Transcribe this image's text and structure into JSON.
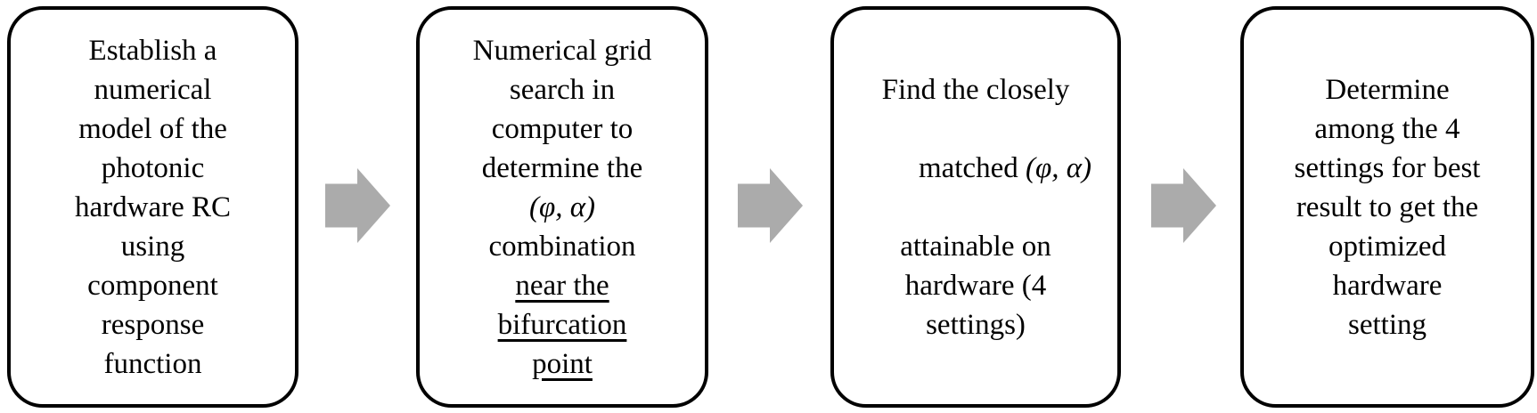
{
  "figure": {
    "background_color": "#ffffff",
    "box_border_color": "#000000",
    "box_fill_color": "#ffffff",
    "text_color": "#000000",
    "arrow_color": "#ABABAB",
    "arrow_icon": "right-block-arrow",
    "steps": [
      {
        "id": "step-1",
        "lines": [
          {
            "text": "Establish a"
          },
          {
            "text": "numerical"
          },
          {
            "text": "model of the"
          },
          {
            "text": "photonic"
          },
          {
            "text": "hardware RC"
          },
          {
            "text": "using"
          },
          {
            "text": "component"
          },
          {
            "text": "response"
          },
          {
            "text": "function"
          }
        ]
      },
      {
        "id": "step-2",
        "lines": [
          {
            "text": "Numerical grid"
          },
          {
            "text": "search in"
          },
          {
            "text": "computer to"
          },
          {
            "text": "determine the"
          },
          {
            "text": "(φ, α)",
            "style": "math-italic"
          },
          {
            "text": "combination"
          },
          {
            "text": "near the",
            "style": "underline"
          },
          {
            "text": "bifurcation",
            "style": "underline"
          },
          {
            "text": "point",
            "style": "underline"
          }
        ]
      },
      {
        "id": "step-3",
        "lines": [
          {
            "text": "Find the closely"
          },
          {
            "segments": [
              {
                "text": "matched "
              },
              {
                "text": "(φ, α)",
                "style": "math-italic"
              }
            ]
          },
          {
            "text": "attainable on"
          },
          {
            "text": "hardware (4"
          },
          {
            "text": "settings)"
          }
        ]
      },
      {
        "id": "step-4",
        "lines": [
          {
            "text": "Determine"
          },
          {
            "text": "among the 4"
          },
          {
            "text": "settings for best"
          },
          {
            "text": "result to get the"
          },
          {
            "text": "optimized"
          },
          {
            "text": "hardware"
          },
          {
            "text": "setting"
          }
        ]
      }
    ]
  }
}
